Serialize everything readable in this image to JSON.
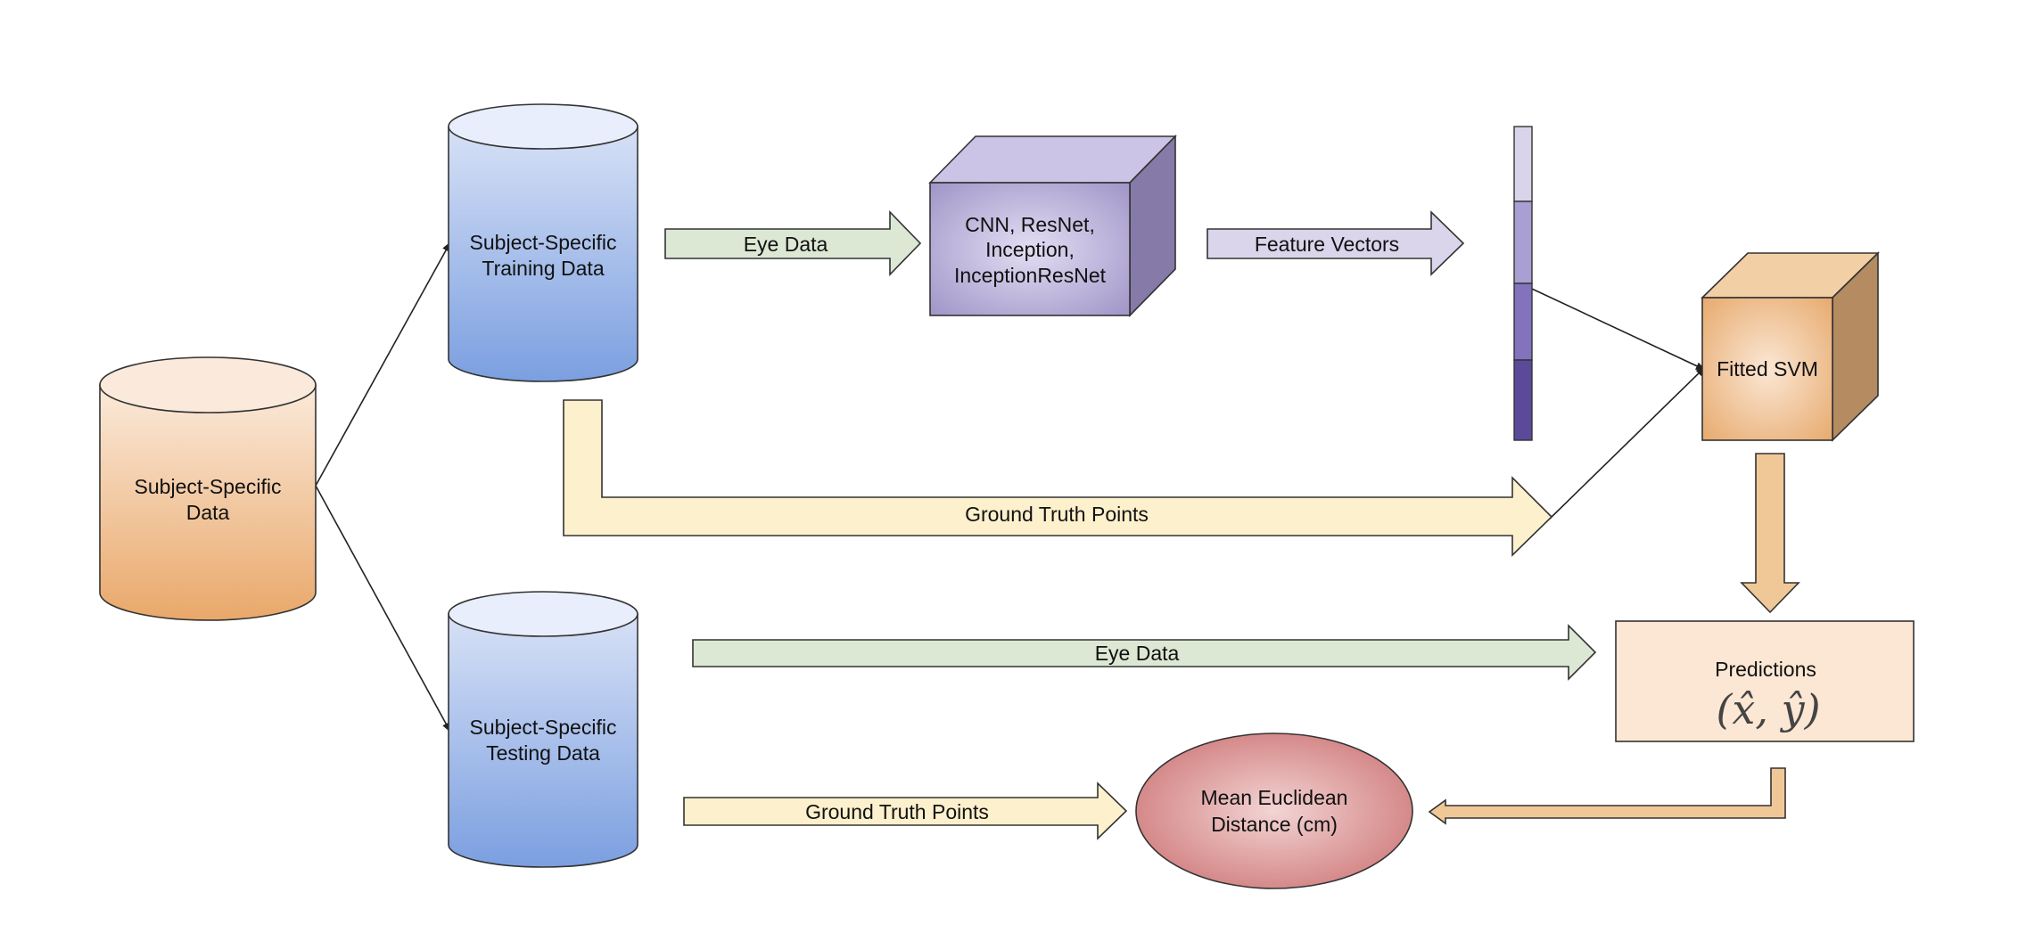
{
  "nodes": {
    "subject_data": {
      "line1": "Subject-Specific",
      "line2": "Data"
    },
    "training_data": {
      "line1": "Subject-Specific",
      "line2": "Training Data"
    },
    "testing_data": {
      "line1": "Subject-Specific",
      "line2": "Testing Data"
    },
    "cnn_block": {
      "line1": "CNN, ResNet,",
      "line2": "Inception,",
      "line3": "InceptionResNet"
    },
    "fitted_svm": {
      "label": "Fitted SVM"
    },
    "predictions": {
      "label": "Predictions",
      "formula": "(x̂, ŷ)"
    },
    "mean_distance": {
      "line1": "Mean Euclidean",
      "line2": "Distance (cm)"
    }
  },
  "arrows": {
    "eye_data_top": "Eye Data",
    "feature_vectors": "Feature Vectors",
    "ground_truth_top": "Ground Truth Points",
    "eye_data_bottom": "Eye Data",
    "ground_truth_bottom": "Ground Truth Points"
  },
  "colors": {
    "orange": "#e9a86a",
    "blue": "#7b9fe0",
    "purple": "#a89ccc",
    "green": "#dce8d4",
    "yellow": "#fdf0cc",
    "red": "#d98a8a"
  }
}
